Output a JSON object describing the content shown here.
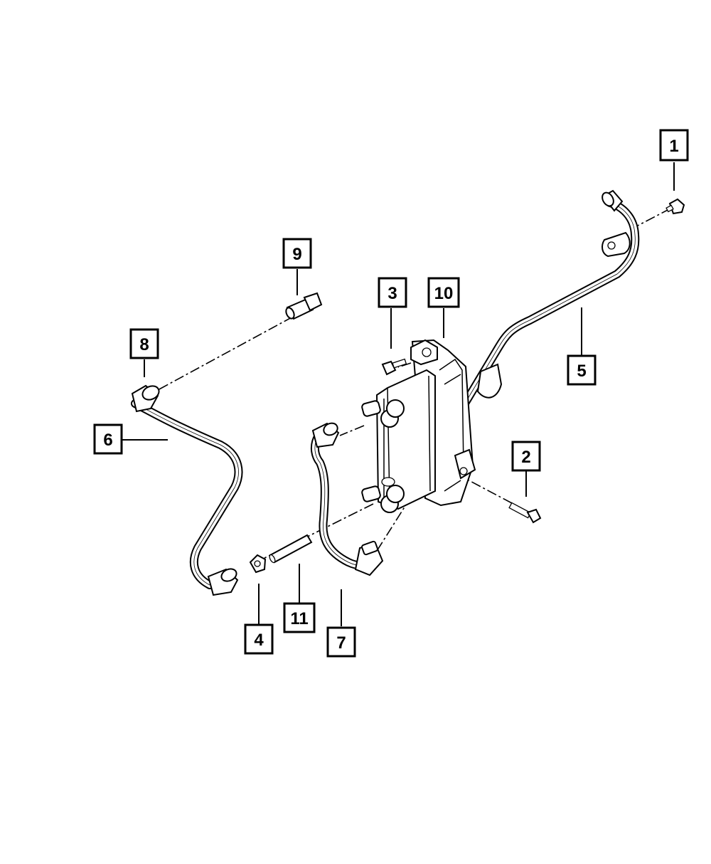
{
  "diagram": {
    "callouts": [
      {
        "id": "callout-1",
        "label": "1"
      },
      {
        "id": "callout-2",
        "label": "2"
      },
      {
        "id": "callout-3",
        "label": "3"
      },
      {
        "id": "callout-4",
        "label": "4"
      },
      {
        "id": "callout-5",
        "label": "5"
      },
      {
        "id": "callout-6",
        "label": "6"
      },
      {
        "id": "callout-7",
        "label": "7"
      },
      {
        "id": "callout-8",
        "label": "8"
      },
      {
        "id": "callout-9",
        "label": "9"
      },
      {
        "id": "callout-10",
        "label": "10"
      },
      {
        "id": "callout-11",
        "label": "11"
      }
    ],
    "colors": {
      "line": "#000000",
      "background": "#ffffff"
    }
  }
}
